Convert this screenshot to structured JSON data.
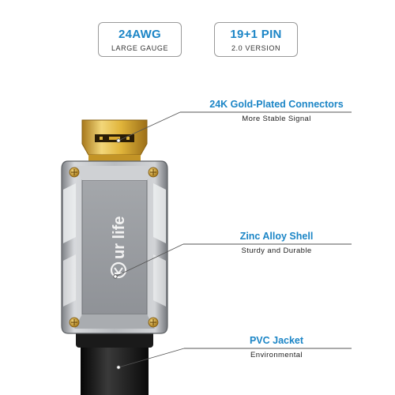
{
  "specs": [
    {
      "main": "24AWG",
      "sub": "LARGE GAUGE"
    },
    {
      "main": "19+1 PIN",
      "sub": "2.0 VERSION"
    }
  ],
  "brand_logo_text": "ur life",
  "callouts": [
    {
      "title": "24K Gold-Plated Connectors",
      "desc": "More Stable Signal"
    },
    {
      "title": "Zinc Alloy Shell",
      "desc": "Sturdy and Durable"
    },
    {
      "title": "PVC Jacket",
      "desc": "Environmental"
    }
  ],
  "colors": {
    "accent": "#1b85c6",
    "gold": "#e0b43a",
    "shell": "#b9bcc0",
    "jacket": "#1c1c1c"
  }
}
